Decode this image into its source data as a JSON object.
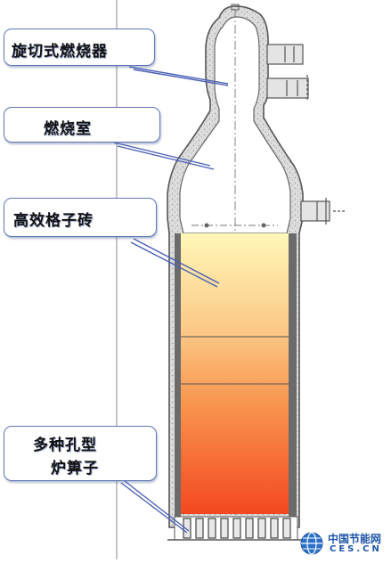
{
  "labels": {
    "swirl_burner": "旋切式燃烧器",
    "combustion_chamber": "燃烧室",
    "checker_brick": "高效格子砖",
    "grate_line1": "多种孔型",
    "grate_line2": "炉箅子"
  },
  "watermark": {
    "text_cn": "中国节能网",
    "text_en": "CES.CN"
  },
  "colors": {
    "callout_border": "#5f79b7",
    "leader_line": "#4a5fb5",
    "outline": "#555555",
    "refractory_fill": "#d8d8d8",
    "checker_top": "#fff7b8",
    "checker_mid": "#f9a05b",
    "checker_bottom": "#f3481f",
    "watermark": "#1e55a8"
  }
}
